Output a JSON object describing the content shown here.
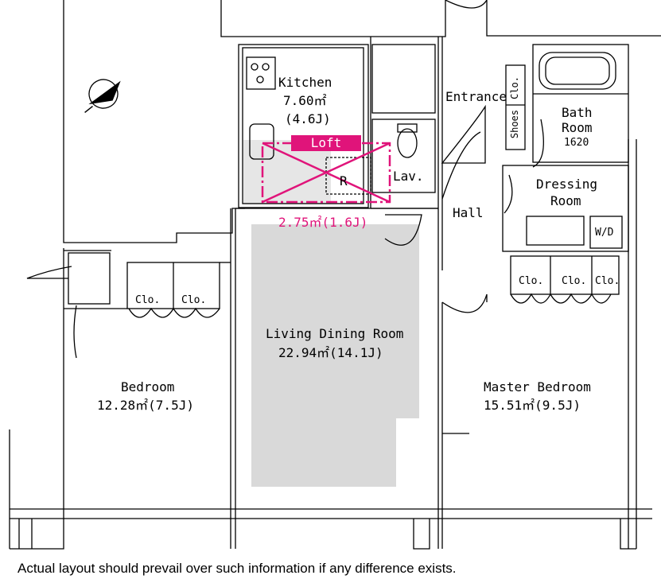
{
  "rooms": {
    "kitchen": {
      "name": "Kitchen",
      "area": "7.60㎡",
      "jo": "(4.6J)"
    },
    "loft": {
      "name": "Loft",
      "area": "2.75㎡(1.6J)"
    },
    "refrigerator": "R",
    "lavatory": "Lav.",
    "entrance": "Entrance",
    "entrance_closet": "Clo.",
    "shoes": "Shoes",
    "bath": {
      "name_line1": "Bath",
      "name_line2": "Room",
      "size": "1620"
    },
    "dressing": {
      "name_line1": "Dressing",
      "name_line2": "Room"
    },
    "washer_dryer": "W/D",
    "hall": "Hall",
    "living": {
      "name": "Living Dining Room",
      "area": "22.94㎡(14.1J)"
    },
    "bedroom": {
      "name": "Bedroom",
      "area": "12.28㎡(7.5J)"
    },
    "master": {
      "name": "Master Bedroom",
      "area": "15.51㎡(9.5J)"
    },
    "bedroom_closets": [
      "Clo.",
      "Clo."
    ],
    "master_closets": [
      "Clo.",
      "Clo.",
      "Clo."
    ]
  },
  "footer_note": "Actual layout should prevail over such information if any difference exists.",
  "colors": {
    "wall": "#000000",
    "living_floor": "#d9d9d9",
    "loft_accent": "#e0147a"
  },
  "icons": [
    "north-compass-icon",
    "door-swing-icon",
    "bathtub-icon",
    "toilet-icon",
    "stove-icon",
    "sink-icon"
  ]
}
